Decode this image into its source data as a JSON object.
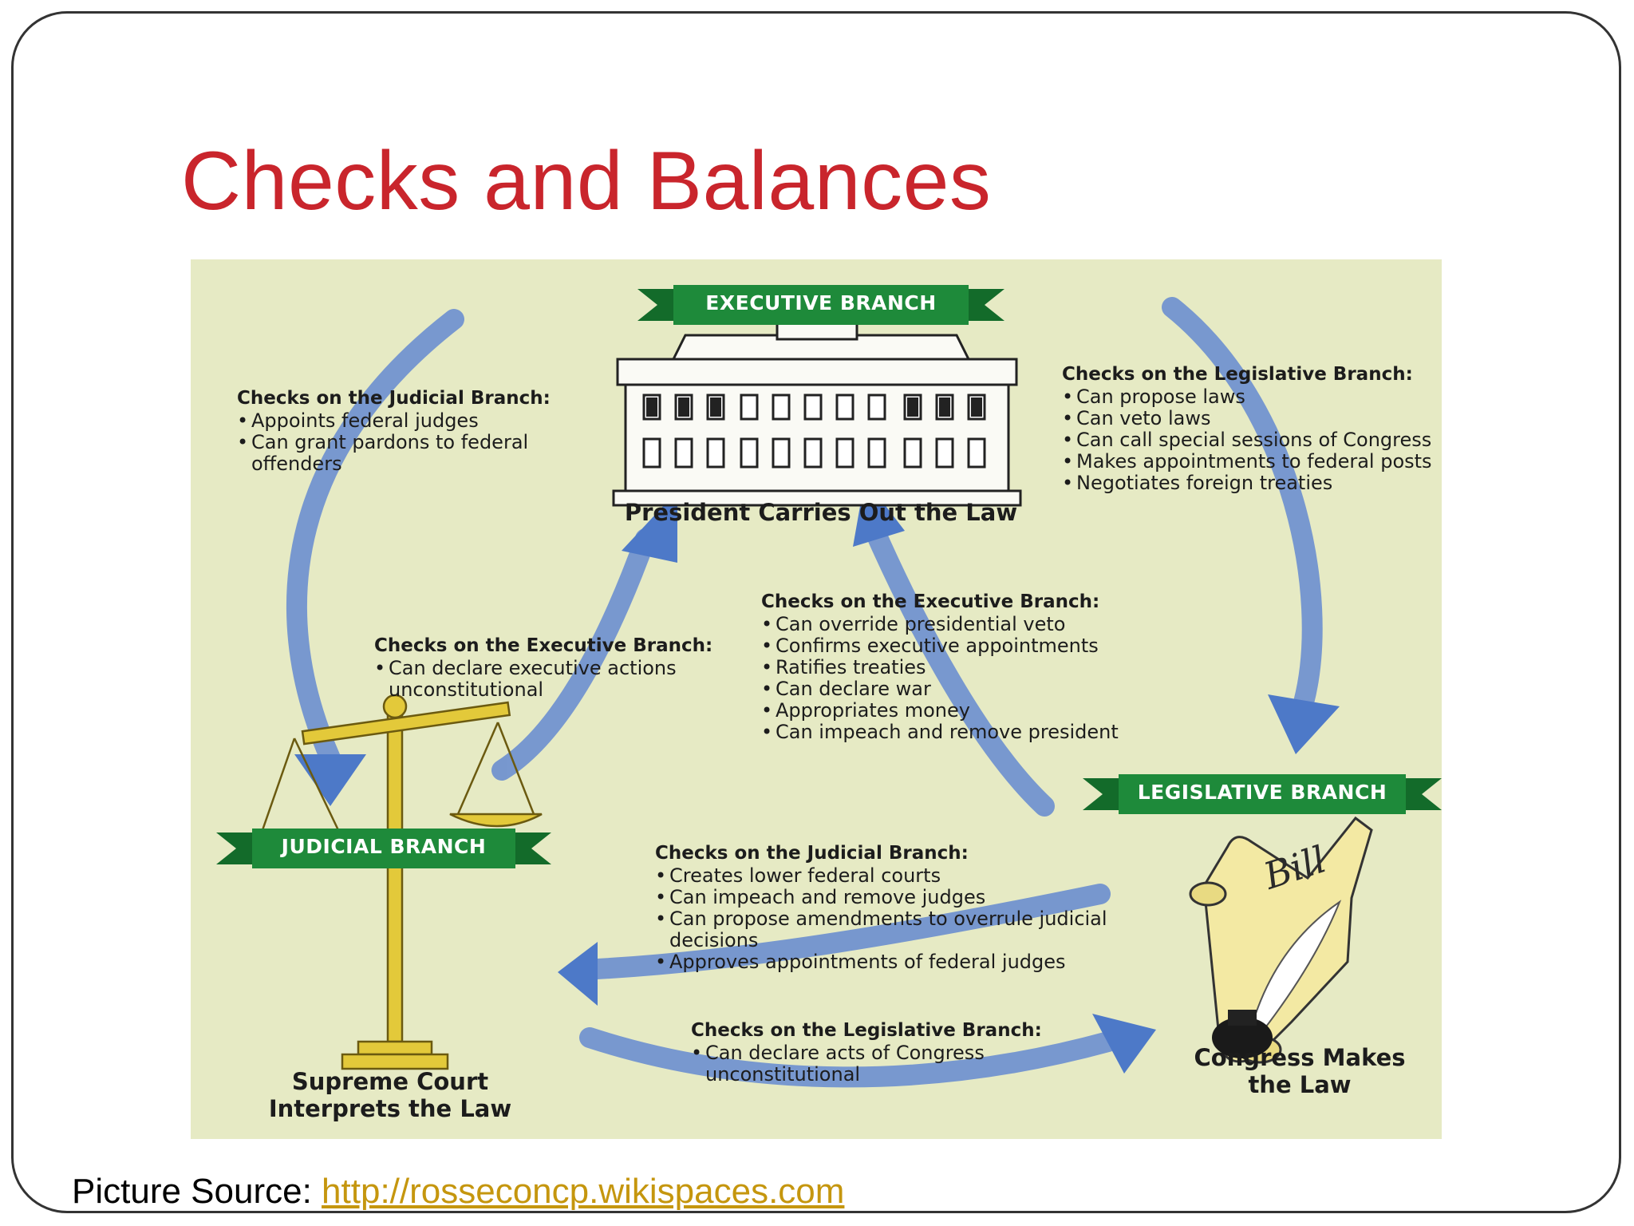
{
  "slide": {
    "title": "Checks and Balances",
    "source_label": "Picture Source:",
    "source_link": "http://rosseconcp.wikispaces.com"
  },
  "diagram": {
    "branches": {
      "executive": {
        "banner": "EXECUTIVE BRANCH",
        "caption": "President Carries Out the Law"
      },
      "legislative": {
        "banner": "LEGISLATIVE BRANCH",
        "caption_line1": "Congress Makes",
        "caption_line2": "the Law",
        "scroll_text": "Bill"
      },
      "judicial": {
        "banner": "JUDICIAL BRANCH",
        "caption_line1": "Supreme Court",
        "caption_line2": "Interprets the Law"
      }
    },
    "exec_on_judicial": {
      "heading": "Checks on the Judicial Branch:",
      "items": [
        "Appoints federal judges",
        "Can grant pardons to federal",
        "offenders"
      ]
    },
    "exec_on_legislative": {
      "heading": "Checks on the Legislative Branch:",
      "items": [
        "Can propose laws",
        "Can veto laws",
        "Can call special sessions of Congress",
        "Makes appointments to federal posts",
        "Negotiates foreign treaties"
      ]
    },
    "judicial_on_executive": {
      "heading": "Checks on the Executive Branch:",
      "items": [
        "Can declare executive actions",
        "unconstitutional"
      ]
    },
    "legislative_on_executive": {
      "heading": "Checks on the Executive Branch:",
      "items": [
        "Can override presidential veto",
        "Confirms executive appointments",
        "Ratifies treaties",
        "Can declare war",
        "Appropriates money",
        "Can impeach and remove president"
      ]
    },
    "legislative_on_judicial": {
      "heading": "Checks on the Judicial Branch:",
      "items": [
        "Creates lower federal courts",
        "Can impeach and remove judges",
        "Can propose amendments to overrule judicial",
        "decisions",
        "Approves appointments of federal judges"
      ]
    },
    "judicial_on_legislative": {
      "heading": "Checks on the Legislative Branch:",
      "items": [
        "Can declare acts of Congress",
        "unconstitutional"
      ]
    },
    "colors": {
      "title": "#c9252c",
      "background": "#e6eac4",
      "arrow": "#4d79c8",
      "banner": "#1e8a3a",
      "scale": "#e3c93a",
      "link": "#c5960e"
    }
  }
}
